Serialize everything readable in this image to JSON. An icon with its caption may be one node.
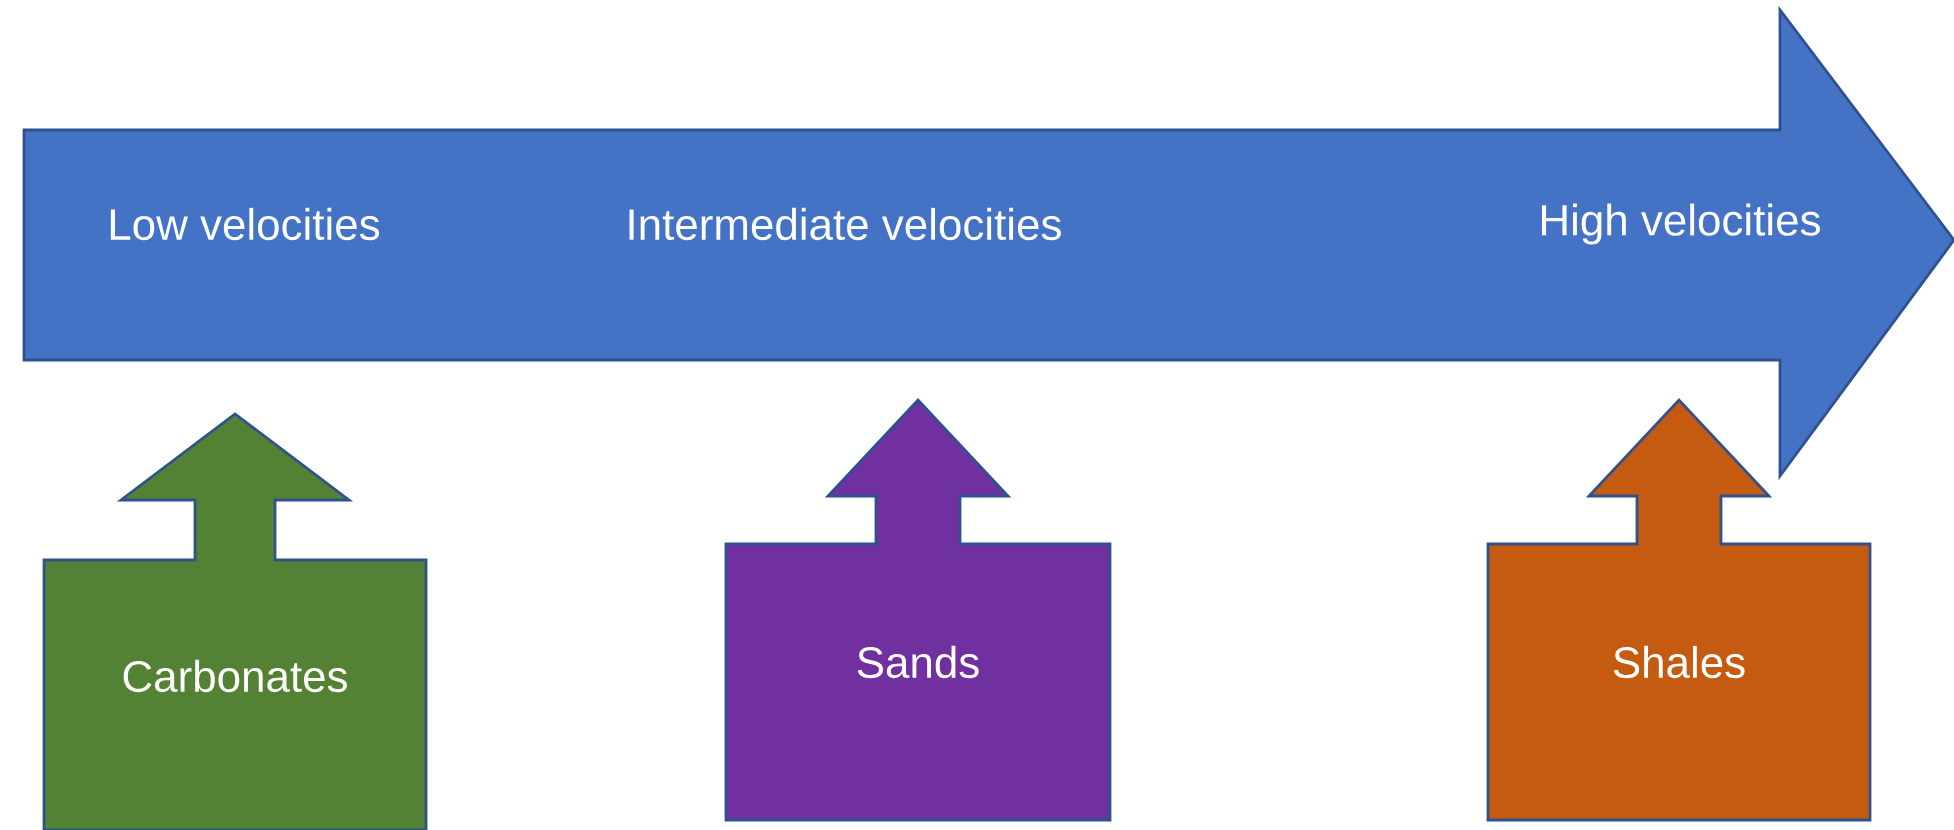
{
  "diagram": {
    "nodes": [
      {
        "text": [
          "Low velocities",
          "Intermediate velocities",
          "High velocities"
        ]
      },
      {
        "text": [
          "Carbonates"
        ]
      },
      {
        "text": [
          "Sands"
        ]
      },
      {
        "text": [
          "Shales"
        ]
      }
    ]
  }
}
